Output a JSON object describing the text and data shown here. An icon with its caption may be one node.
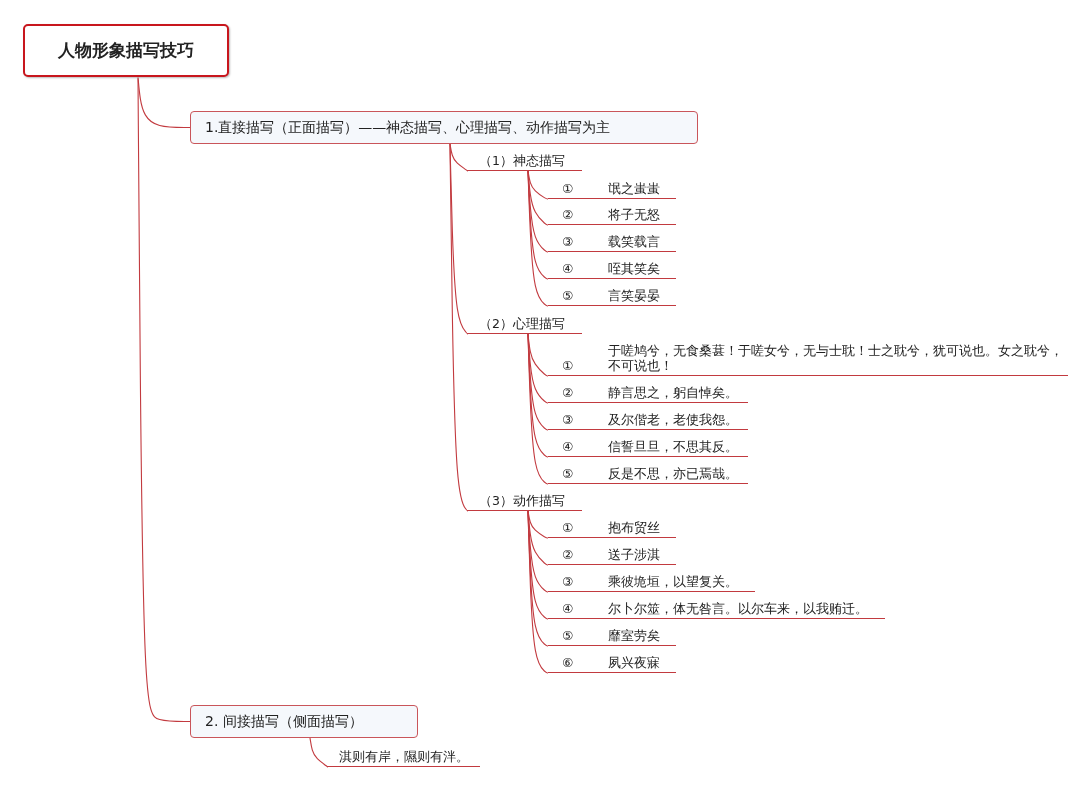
{
  "diagram": {
    "nodes": [
      {
        "text": [
          "人物形象描写技巧"
        ]
      },
      {
        "text": [
          "1.直接描写（正面描写）——神态描写、心理描写、动作描写为主"
        ]
      },
      {
        "text": [
          "（1）神态描写"
        ]
      },
      {
        "text": [
          "①",
          "氓之蚩蚩"
        ]
      },
      {
        "text": [
          "②",
          "将子无怒"
        ]
      },
      {
        "text": [
          "③",
          "载笑载言"
        ]
      },
      {
        "text": [
          "④",
          "咥其笑矣"
        ]
      },
      {
        "text": [
          "⑤",
          "言笑晏晏"
        ]
      },
      {
        "text": [
          "（2）心理描写"
        ]
      },
      {
        "text": [
          "①",
          "于嗟鸠兮，无食桑葚！于嗟女兮，无与士耽！士之耽兮，犹可说也。女之耽兮，不可说也！"
        ]
      },
      {
        "text": [
          "②",
          "静言思之，躬自悼矣。"
        ]
      },
      {
        "text": [
          "③",
          "及尔偕老，老使我怨。"
        ]
      },
      {
        "text": [
          "④",
          "信誓旦旦，不思其反。"
        ]
      },
      {
        "text": [
          "⑤",
          "反是不思，亦已焉哉。"
        ]
      },
      {
        "text": [
          "（3）动作描写"
        ]
      },
      {
        "text": [
          "①",
          "抱布贸丝"
        ]
      },
      {
        "text": [
          "②",
          "送子涉淇"
        ]
      },
      {
        "text": [
          "③",
          "乘彼垝垣，以望复关。"
        ]
      },
      {
        "text": [
          "④",
          "尔卜尔筮，体无咎言。以尔车来，以我贿迁。"
        ]
      },
      {
        "text": [
          "⑤",
          "靡室劳矣"
        ]
      },
      {
        "text": [
          "⑥",
          "夙兴夜寐"
        ]
      },
      {
        "text": [
          "2. 间接描写（侧面描写）"
        ]
      },
      {
        "text": [
          "淇则有岸，隰则有泮。"
        ]
      }
    ],
    "edges": [
      {
        "from": 0,
        "to": 1,
        "arrow": "none"
      },
      {
        "from": 0,
        "to": 21,
        "arrow": "none"
      },
      {
        "from": 1,
        "to": 2,
        "arrow": "none"
      },
      {
        "from": 1,
        "to": 8,
        "arrow": "none"
      },
      {
        "from": 1,
        "to": 14,
        "arrow": "none"
      },
      {
        "from": 2,
        "to": 3,
        "arrow": "none"
      },
      {
        "from": 2,
        "to": 4,
        "arrow": "none"
      },
      {
        "from": 2,
        "to": 5,
        "arrow": "none"
      },
      {
        "from": 2,
        "to": 6,
        "arrow": "none"
      },
      {
        "from": 2,
        "to": 7,
        "arrow": "none"
      },
      {
        "from": 8,
        "to": 9,
        "arrow": "none"
      },
      {
        "from": 8,
        "to": 10,
        "arrow": "none"
      },
      {
        "from": 8,
        "to": 11,
        "arrow": "none"
      },
      {
        "from": 8,
        "to": 12,
        "arrow": "none"
      },
      {
        "from": 8,
        "to": 13,
        "arrow": "none"
      },
      {
        "from": 14,
        "to": 15,
        "arrow": "none"
      },
      {
        "from": 14,
        "to": 16,
        "arrow": "none"
      },
      {
        "from": 14,
        "to": 17,
        "arrow": "none"
      },
      {
        "from": 14,
        "to": 18,
        "arrow": "none"
      },
      {
        "from": 14,
        "to": 19,
        "arrow": "none"
      },
      {
        "from": 14,
        "to": 20,
        "arrow": "none"
      },
      {
        "from": 21,
        "to": 22,
        "arrow": "none"
      }
    ]
  }
}
